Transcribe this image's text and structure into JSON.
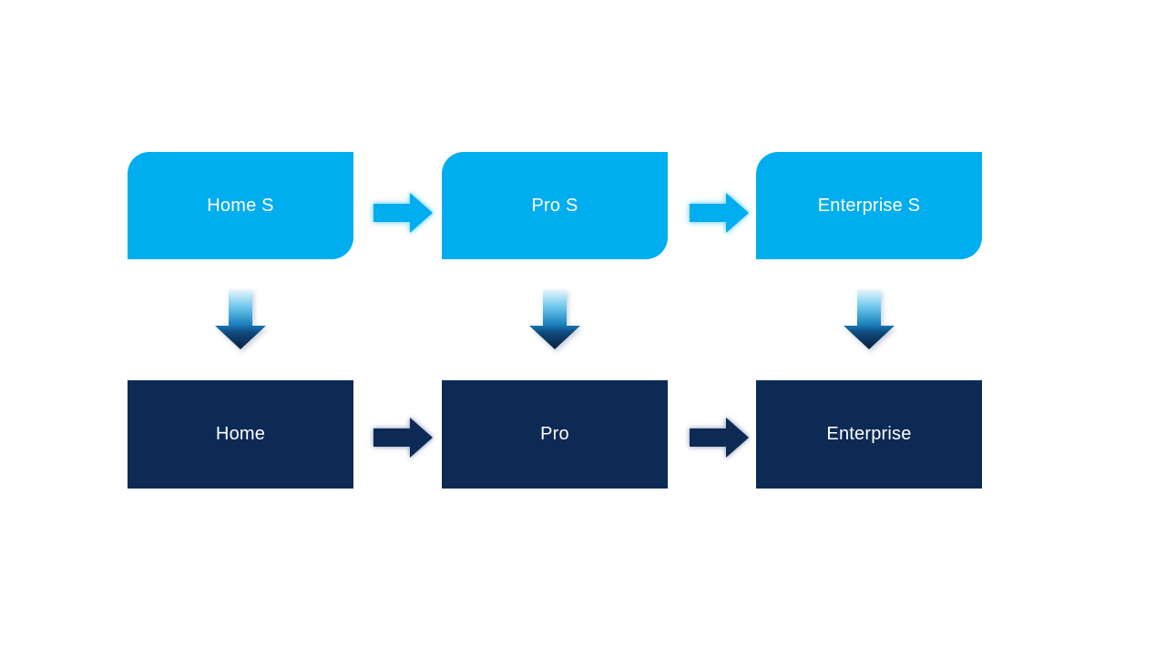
{
  "colors": {
    "background": "#FFFFFF",
    "stage_fill": "#00ADEF",
    "product_fill": "#0D2A55",
    "label_text": "#FFFFFF",
    "arrow_light": "#00ADEF",
    "arrow_dark": "#0D2A55",
    "down_arrow_gradient": [
      "#EAF7FE",
      "#6CC6EC",
      "#1B82BE",
      "#10497E",
      "#0B1F3E"
    ]
  },
  "diagram": {
    "type": "flow",
    "columns": [
      {
        "top_label": "Home S",
        "bottom_label": "Home"
      },
      {
        "top_label": "Pro S",
        "bottom_label": "Pro"
      },
      {
        "top_label": "Enterprise S",
        "bottom_label": "Enterprise"
      }
    ]
  }
}
